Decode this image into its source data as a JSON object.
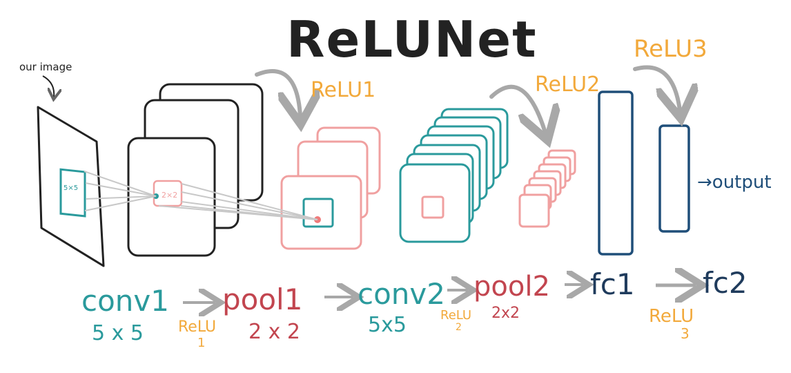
{
  "title": "ReLUNet",
  "labels": {
    "our_image": "our image",
    "kernel_5x5": "5×5",
    "kernel_2x2": "2×2",
    "relu1": "ReLU1",
    "relu2": "ReLU2",
    "relu3": "ReLU3",
    "output": "→output"
  },
  "pipeline": [
    {
      "name": "conv1",
      "detail": "5 x 5"
    },
    {
      "name": "pool1",
      "detail": "2 x 2"
    },
    {
      "name": "conv2",
      "detail": "5x5"
    },
    {
      "name": "pool2",
      "detail": "2x2"
    },
    {
      "name": "fc1",
      "detail": ""
    },
    {
      "name": "fc2",
      "detail": ""
    }
  ],
  "relu_notes": [
    {
      "label": "ReLU",
      "index": "1"
    },
    {
      "label": "ReLU",
      "index": "2"
    },
    {
      "label": "ReLU",
      "index": "3"
    }
  ],
  "colors": {
    "black": "#222222",
    "teal": "#2a9a9c",
    "pink": "#f0a0a0",
    "pool_red": "#c2454f",
    "orange": "#f2a93b",
    "navy": "#1f4e79",
    "gray": "#a8a8a8"
  }
}
